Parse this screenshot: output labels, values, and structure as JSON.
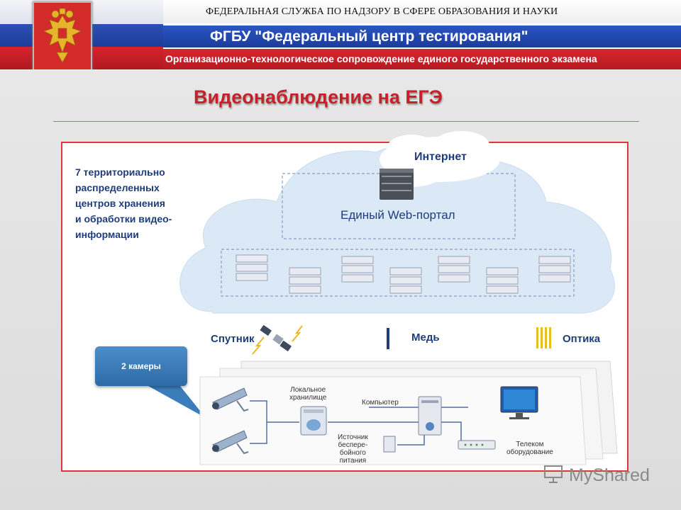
{
  "header": {
    "agency": "ФЕДЕРАЛЬНАЯ СЛУЖБА ПО НАДЗОРУ В СФЕРЕ ОБРАЗОВАНИЯ И НАУКИ",
    "org": "ФГБУ \"Федеральный центр тестирования\"",
    "subtitle": "Организационно-технологическое сопровождение единого государственного экзамена"
  },
  "slide": {
    "title": "Видеонаблюдение на ЕГЭ",
    "description": [
      "7 территориально",
      "распределенных",
      "центров хранения",
      "и обработки видео-",
      "информации"
    ],
    "internet": "Интернет",
    "portal": "Единый Web-портал",
    "channels": {
      "satellite": "Спутник",
      "copper": "Медь",
      "optic": "Оптика"
    },
    "callout": "2 камеры",
    "diagram": {
      "local_storage": [
        "Локальное",
        "хранилище"
      ],
      "computer": "Компьютер",
      "ups": [
        "Источник",
        "беспере-",
        "бойного",
        "питания"
      ],
      "telecom": [
        "Телеком",
        "оборудование"
      ]
    }
  },
  "watermark": "MyShared",
  "colors": {
    "title_red": "#c8202a",
    "text_blue": "#1f3d7a",
    "frame_red": "#e0343b",
    "cloud": "#d9e8f5"
  }
}
